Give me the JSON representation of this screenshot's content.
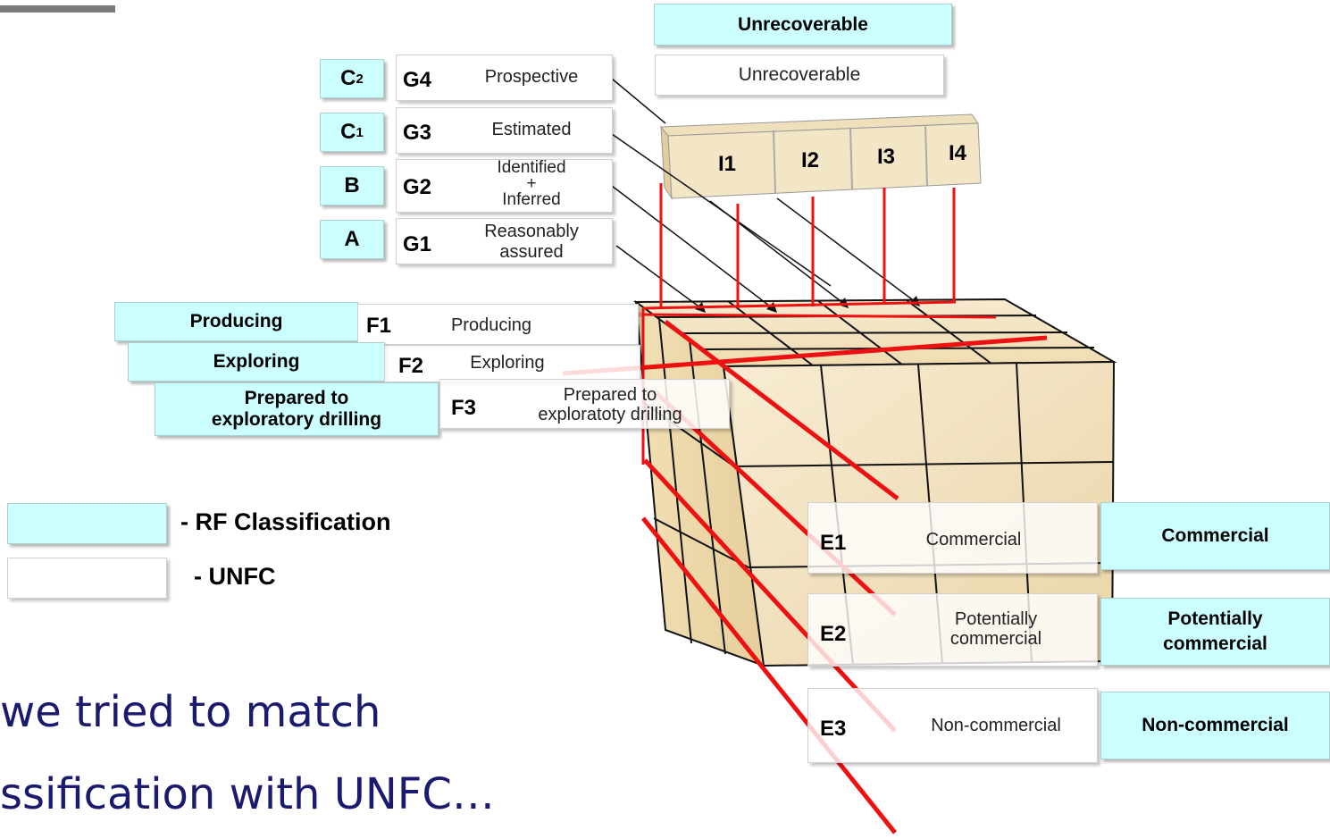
{
  "unrecoverable": {
    "rf": "Unrecoverable",
    "unfc": "Unrecoverable"
  },
  "g_rows": [
    {
      "rf_letter": "C",
      "rf_sub": "2",
      "code": "G4",
      "label": "Prospective"
    },
    {
      "rf_letter": "C",
      "rf_sub": "1",
      "code": "G3",
      "label": "Estimated"
    },
    {
      "rf_letter": "B",
      "rf_sub": "",
      "code": "G2",
      "label": "Identified\n+\nInferred"
    },
    {
      "rf_letter": "A",
      "rf_sub": "",
      "code": "G1",
      "label": "Reasonably\nassured"
    }
  ],
  "i_labels": [
    "I1",
    "I2",
    "I3",
    "I4"
  ],
  "f_rows": [
    {
      "rf": "Producing",
      "code": "F1",
      "label": "Producing"
    },
    {
      "rf": "Exploring",
      "code": "F2",
      "label": "Exploring"
    },
    {
      "rf": "Prepared to exploratory drilling",
      "code": "F3",
      "label": "Prepared to exploratoty drilling"
    }
  ],
  "e_rows": [
    {
      "code": "E1",
      "label": "Commercial",
      "rf": "Commercial"
    },
    {
      "code": "E2",
      "label": "Potentially commercial",
      "rf": "Potentially commercial"
    },
    {
      "code": "E3",
      "label": "Non-commercial",
      "rf": "Non-commercial"
    }
  ],
  "legend": {
    "rf": "- RF Classification",
    "unfc": "- UNFC"
  },
  "caption": {
    "line1": "we tried to match",
    "line2": "ssification with UNFC…"
  },
  "colors": {
    "rf_fill": "#ccffff",
    "cube_face": "#f3e3bd",
    "red_line": "#ee1111",
    "caption": "#1a1a6e"
  }
}
